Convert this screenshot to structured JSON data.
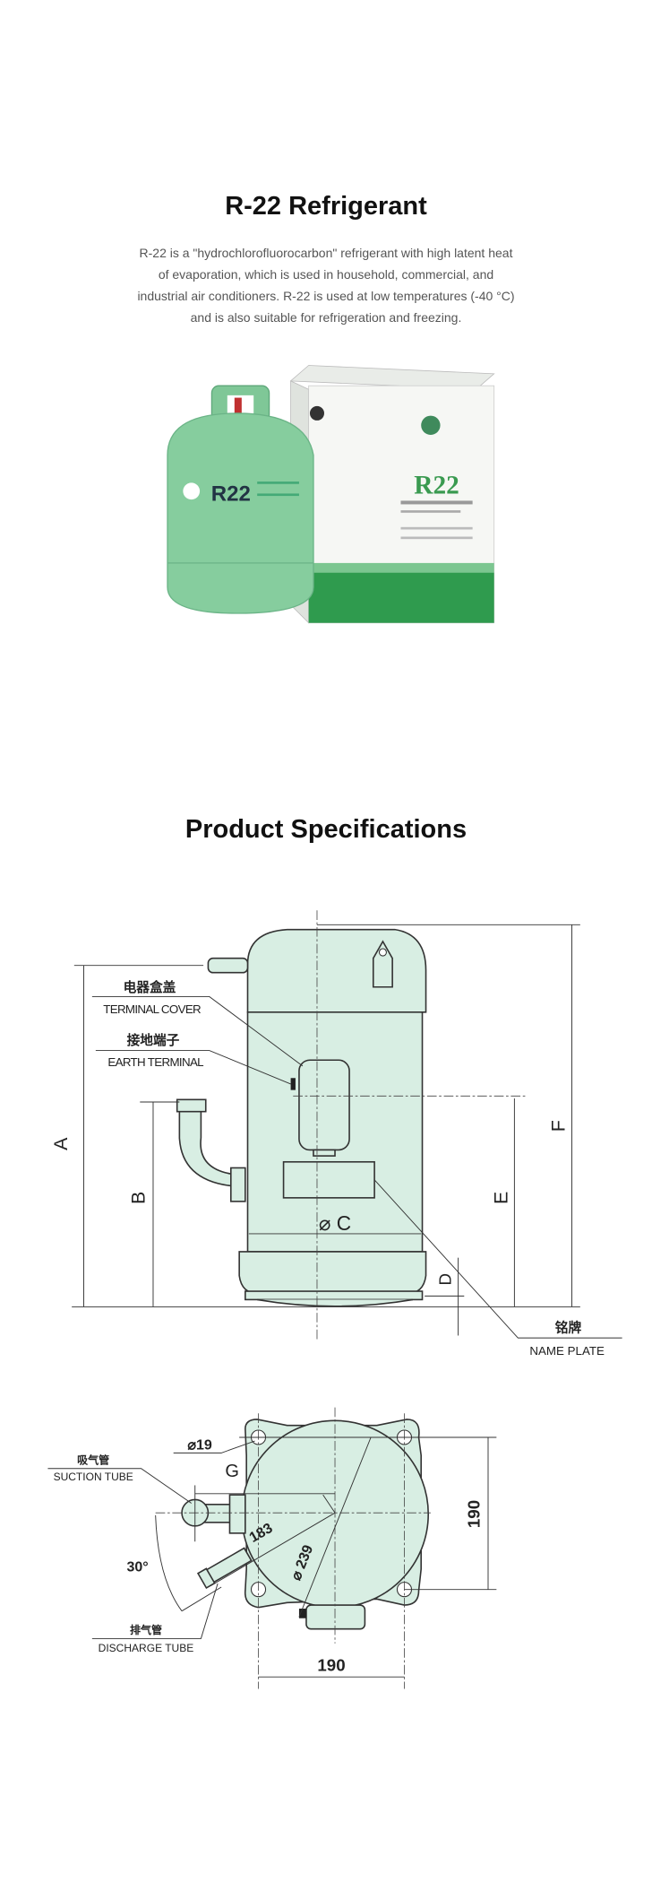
{
  "hero": {
    "title": "R-22 Refrigerant",
    "description": "R-22 is a \"hydrochlorofluorocarbon\" refrigerant with high latent heat of evaporation, which is used in household, commercial, and industrial air conditioners. R-22 is used at low temperatures (-40 °C) and is also suitable for refrigeration and freezing.",
    "product_cylinder_label": "R22",
    "product_box_label": "R22"
  },
  "specs": {
    "title": "Product Specifications",
    "side_view": {
      "terminal_cover_cn": "电器盒盖",
      "terminal_cover_en": "TERMINAL COVER",
      "earth_terminal_cn": "接地端子",
      "earth_terminal_en": "EARTH TERMINAL",
      "name_plate_cn": "铭牌",
      "name_plate_en": "NAME PLATE",
      "dim_a": "A",
      "dim_b": "B",
      "dim_c": "⌀ C",
      "dim_d": "D",
      "dim_e": "E",
      "dim_f": "F"
    },
    "top_view": {
      "hole": "⌀19",
      "suction_cn": "吸气管",
      "suction_en": "SUCTION TUBE",
      "discharge_cn": "排气管",
      "discharge_en": "DISCHARGE TUBE",
      "dim_g": "G",
      "radius": "183",
      "diameter": "⌀ 239",
      "angle": "30°",
      "width": "190",
      "height": "190"
    }
  },
  "colors": {
    "body_fill": "#d8eee3",
    "cylinder": "#86cd9e",
    "box_green": "#2f9b4e"
  }
}
